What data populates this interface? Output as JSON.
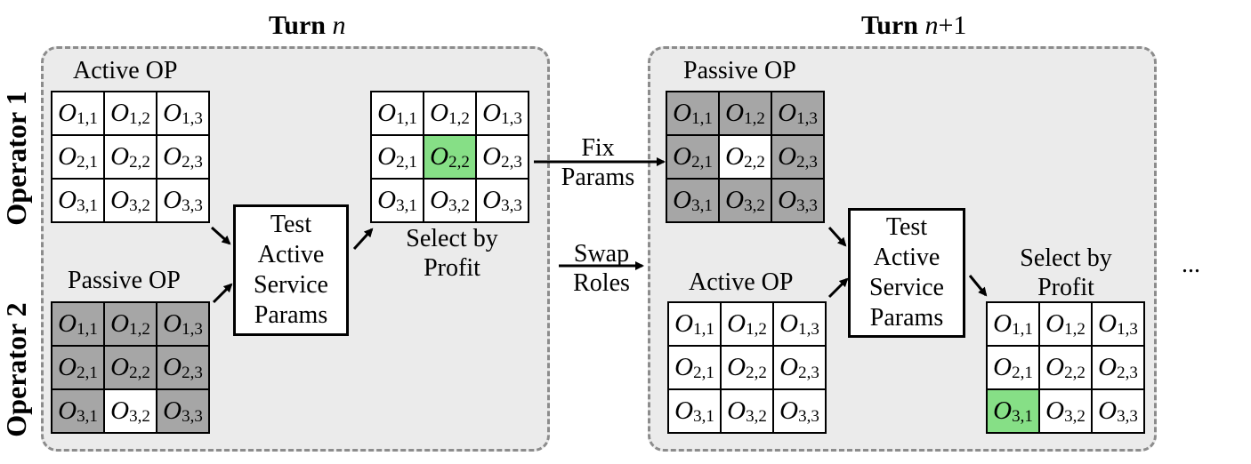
{
  "turn_n": {
    "prefix": "Turn",
    "var": "n"
  },
  "turn_n1": {
    "prefix": "Turn",
    "var": "n",
    "op": "+",
    "num": "1"
  },
  "side_labels": {
    "op1": "Operator 1",
    "op2": "Operator 2"
  },
  "labels": {
    "active_op": "Active OP",
    "passive_op": "Passive OP",
    "select_line1": "Select by",
    "select_line2": "Profit",
    "fix_line1": "Fix",
    "fix_line2": "Params",
    "swap_line1": "Swap",
    "swap_line2": "Roles",
    "ellipsis": "..."
  },
  "test_box": {
    "lines": [
      "Test",
      "Active",
      "Service",
      "Params"
    ]
  },
  "grid_symbol": "O",
  "grid_subscripts": [
    "1,1",
    "1,2",
    "1,3",
    "2,1",
    "2,2",
    "2,3",
    "3,1",
    "3,2",
    "3,3"
  ],
  "grids": {
    "left_active": {
      "state": [
        "w",
        "w",
        "w",
        "w",
        "w",
        "w",
        "w",
        "w",
        "w"
      ]
    },
    "left_passive": {
      "state": [
        "g",
        "g",
        "g",
        "g",
        "g",
        "g",
        "g",
        "w",
        "g"
      ]
    },
    "left_selected": {
      "state": [
        "w",
        "w",
        "w",
        "w",
        "hl",
        "w",
        "w",
        "w",
        "w"
      ]
    },
    "right_passive": {
      "state": [
        "g",
        "g",
        "g",
        "g",
        "w",
        "g",
        "g",
        "g",
        "g"
      ]
    },
    "right_active": {
      "state": [
        "w",
        "w",
        "w",
        "w",
        "w",
        "w",
        "w",
        "w",
        "w"
      ]
    },
    "right_selected": {
      "state": [
        "w",
        "w",
        "w",
        "w",
        "w",
        "w",
        "hl",
        "w",
        "w"
      ]
    }
  },
  "colors": {
    "panel": "#ebebeb",
    "border": "#8c8c8c",
    "gray": "#a6a6a6",
    "highlight": "#86df86"
  }
}
